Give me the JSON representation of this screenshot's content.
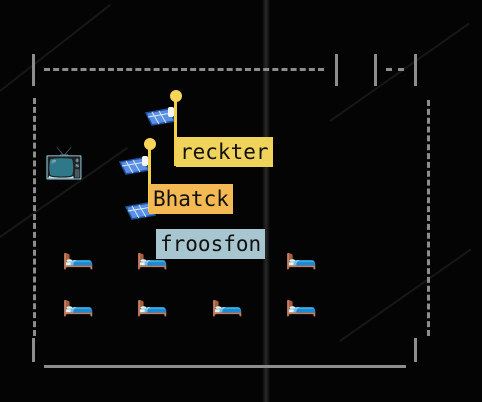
{
  "labels": {
    "reckter": "reckter",
    "bhatck": "Bhatck",
    "froosfon": "froosfon"
  },
  "colors": {
    "reckter": "#efd35a",
    "bhatck": "#f5b953",
    "froosfon": "#a8c6cf",
    "wall": "#8d8d8d",
    "pin": "#f2d14a"
  },
  "icons": {
    "tv": "📺",
    "bed": "🛏️",
    "solar": "blue-panel-bed"
  }
}
